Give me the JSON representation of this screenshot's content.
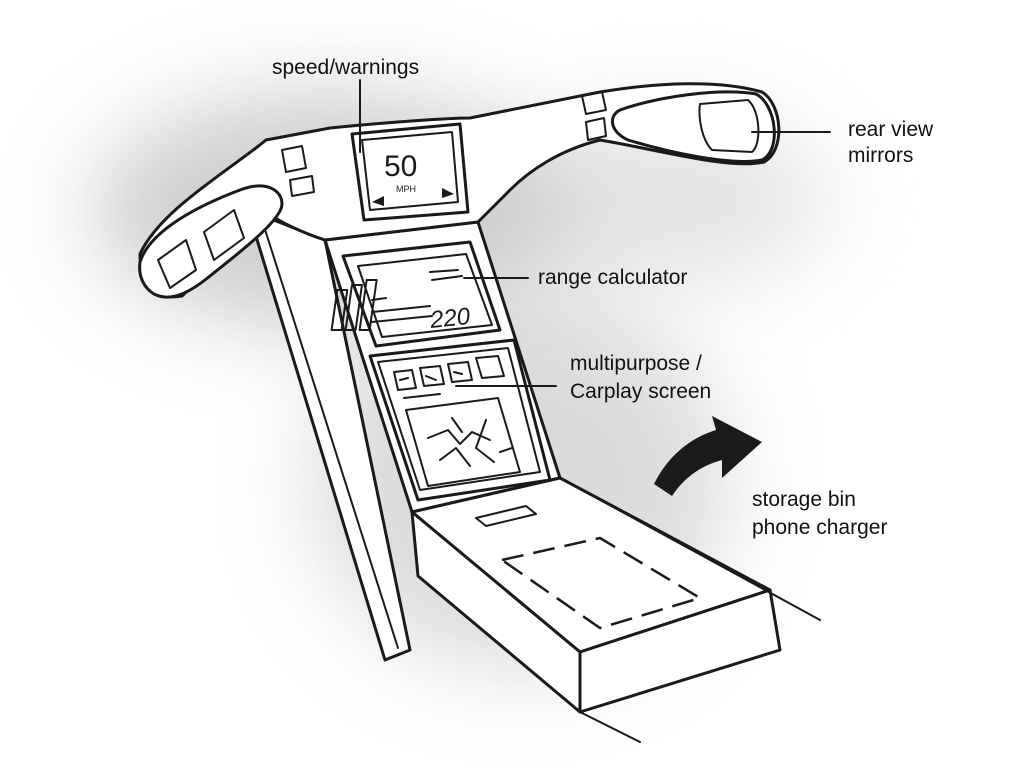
{
  "labels": {
    "speed": "speed/warnings",
    "mirrors_line1": "rear view",
    "mirrors_line2": "mirrors",
    "range": "range calculator",
    "multipurpose_line1": "multipurpose /",
    "multipurpose_line2": "Carplay screen",
    "storage_line1": "storage bin",
    "storage_line2": "phone charger"
  },
  "speed_display": {
    "value": "50",
    "unit": "MPH"
  },
  "range_display": {
    "value": "220"
  },
  "colors": {
    "ink": "#1a1a1a",
    "paper": "#ffffff",
    "shadow": "#9a9a9a"
  }
}
